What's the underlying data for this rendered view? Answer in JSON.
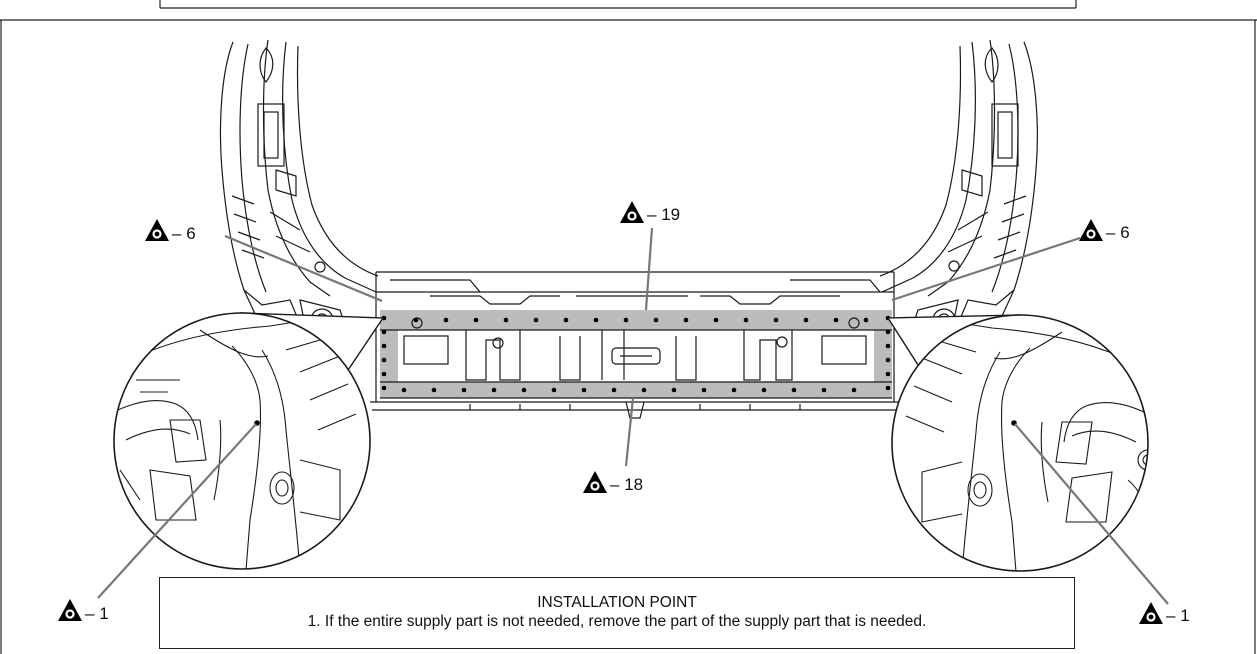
{
  "callouts": {
    "top_left_weld": {
      "label": "6"
    },
    "top_center_weld": {
      "label": "19"
    },
    "top_right_weld": {
      "label": "6"
    },
    "bottom_center_weld": {
      "label": "18"
    },
    "bottom_left_weld": {
      "label": "1"
    },
    "bottom_right_weld": {
      "label": "1"
    }
  },
  "note": {
    "title": "INSTALLATION POINT",
    "text": "1. If the entire supply part is not needed, remove the part of the supply part that is needed."
  },
  "colors": {
    "line": "#1a1a1a",
    "highlight_band": "#b8b8b8",
    "symbol": "#000000"
  }
}
